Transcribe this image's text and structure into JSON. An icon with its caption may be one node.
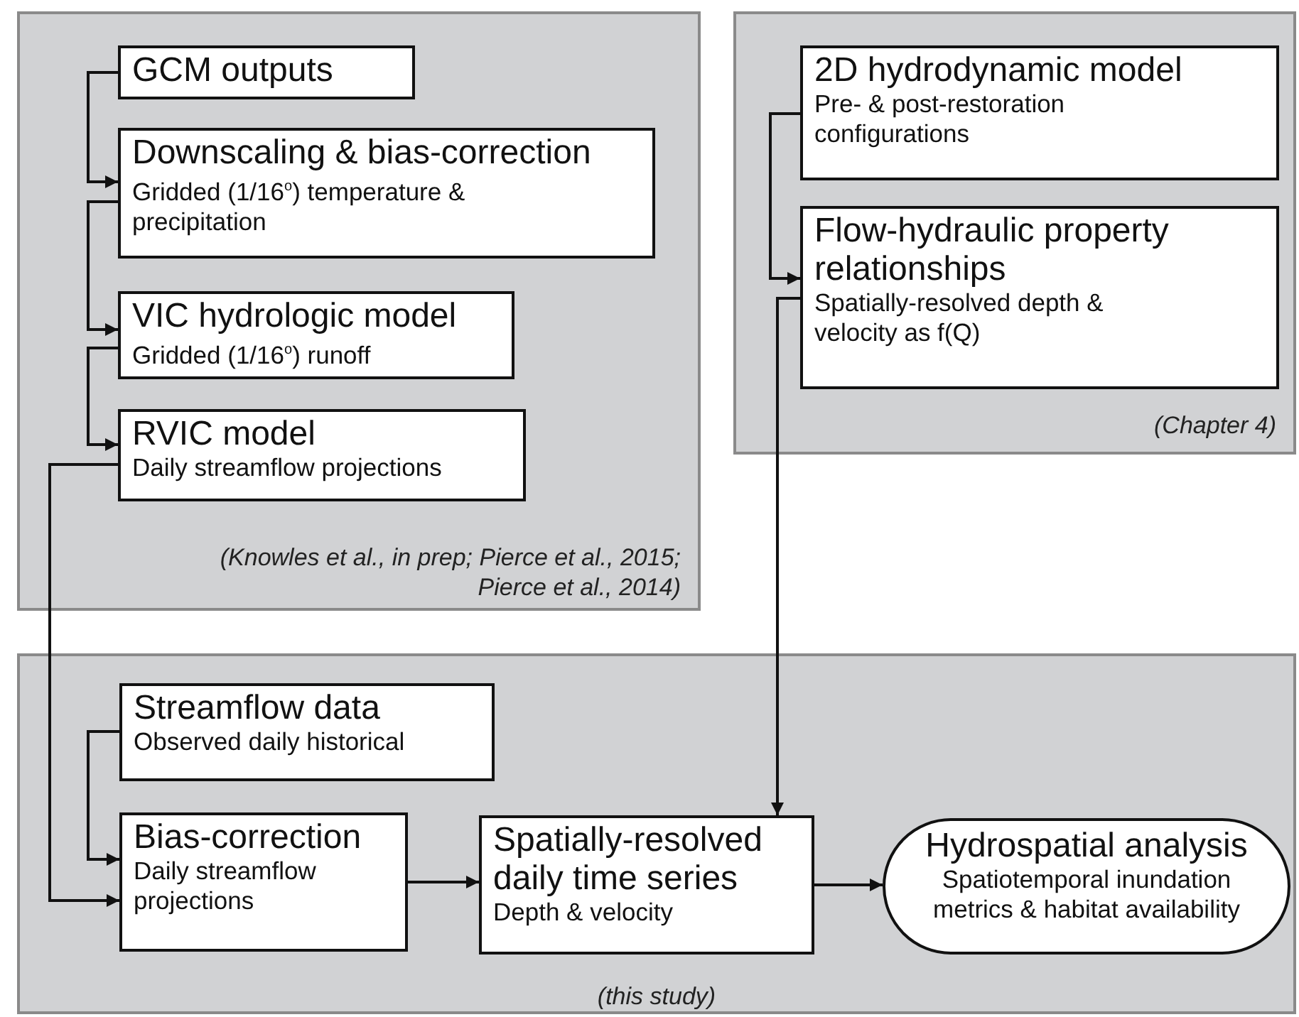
{
  "diagram": {
    "nodes": [
      {
        "text": [
          "(Knowles et al., in prep; Pierce et al., 2015; Pierce et al., 2014)"
        ]
      },
      {
        "text": [
          "GCM outputs"
        ],
        "in": 0
      },
      {
        "text": [
          "Downscaling & bias-correction",
          "Gridded (1/16$^{o}$) temperature & precipitation"
        ],
        "in": 0
      },
      {
        "text": [
          "VIC hydrologic model",
          "Gridded (1/16$^{o}$) runoff"
        ],
        "in": 0
      },
      {
        "text": [
          "RVIC model",
          "Daily streamflow projections"
        ],
        "in": 0
      },
      {
        "text": [
          "(Chapter 4)"
        ]
      },
      {
        "text": [
          "2D hydrodynamic model",
          "Pre- & post-restoration configurations"
        ],
        "in": 5
      },
      {
        "text": [
          "Flow-hydraulic property relationships",
          "Spatially-resolved depth & velocity as f(Q)"
        ],
        "in": 5
      },
      {
        "text": [
          "(this study)"
        ]
      },
      {
        "text": [
          "Streamflow data",
          "Observed daily historical"
        ],
        "in": 8
      },
      {
        "text": [
          "Bias-correction",
          "Daily streamflow projections"
        ],
        "in": 8
      },
      {
        "text": [
          "Spatially-resolved daily time series",
          "Depth & velocity"
        ],
        "in": 8
      },
      {
        "text": [
          "Hydrospatial analysis",
          "Spatiotemporal inundation metrics & habitat availability"
        ],
        "in": 8
      }
    ],
    "edges": [
      {
        "from": 1,
        "to": 2,
        "arrow": "to"
      },
      {
        "from": 2,
        "to": 3,
        "arrow": "to"
      },
      {
        "from": 3,
        "to": 4,
        "arrow": "to"
      },
      {
        "from": 4,
        "to": 10,
        "arrow": "to"
      },
      {
        "from": 6,
        "to": 7,
        "arrow": "to"
      },
      {
        "from": 7,
        "to": 11,
        "arrow": "to"
      },
      {
        "from": 9,
        "to": 10,
        "arrow": "to"
      },
      {
        "from": 10,
        "to": 11,
        "arrow": "to"
      },
      {
        "from": 11,
        "to": 12,
        "arrow": "to"
      }
    ]
  }
}
